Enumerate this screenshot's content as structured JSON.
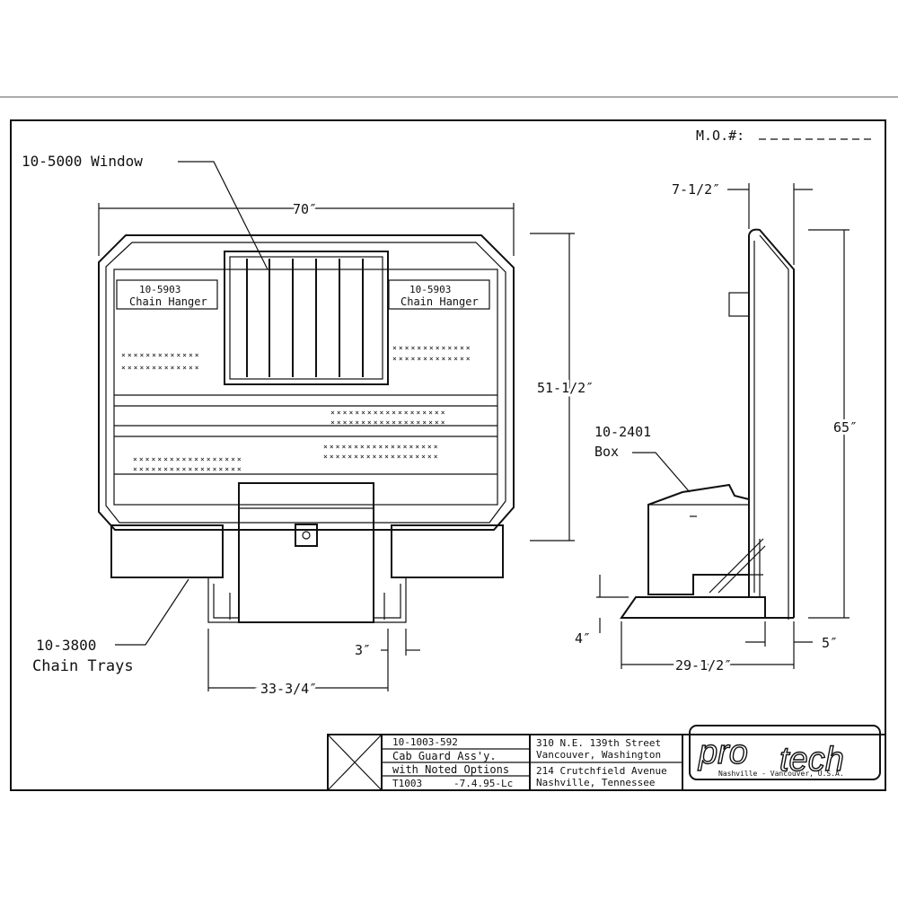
{
  "mo_label": "M.O.#:",
  "labels": {
    "window": "10-5000 Window",
    "hanger_part": "10-5903",
    "hanger_name": "Chain Hanger",
    "box_part": "10-2401",
    "box_name": "Box",
    "trays_part": "10-3800",
    "trays_name": "Chain Trays"
  },
  "dimensions": {
    "width": "70″",
    "height_front": "51-1/2″",
    "box_width": "33-3/4″",
    "gap": "3″",
    "top_offset": "7-1/2″",
    "height_side": "65″",
    "base": "4″",
    "depth": "29-1/2″",
    "rear": "5″"
  },
  "title_block": {
    "part_number": "10-1003-592",
    "desc_line1": "Cab Guard Ass'y.",
    "desc_line2": "with Noted Options",
    "drawing_no": "T1003",
    "date": "-7.4.95-Lc",
    "addr1_line1": "310 N.E. 139th Street",
    "addr1_line2": "Vancouver, Washington",
    "addr2_line1": "214 Crutchfield Avenue",
    "addr2_line2": "Nashville, Tennessee",
    "logo_pro": "pro",
    "logo_tech": "tech",
    "logo_sub": "Nashville - Vancouver, U.S.A."
  }
}
